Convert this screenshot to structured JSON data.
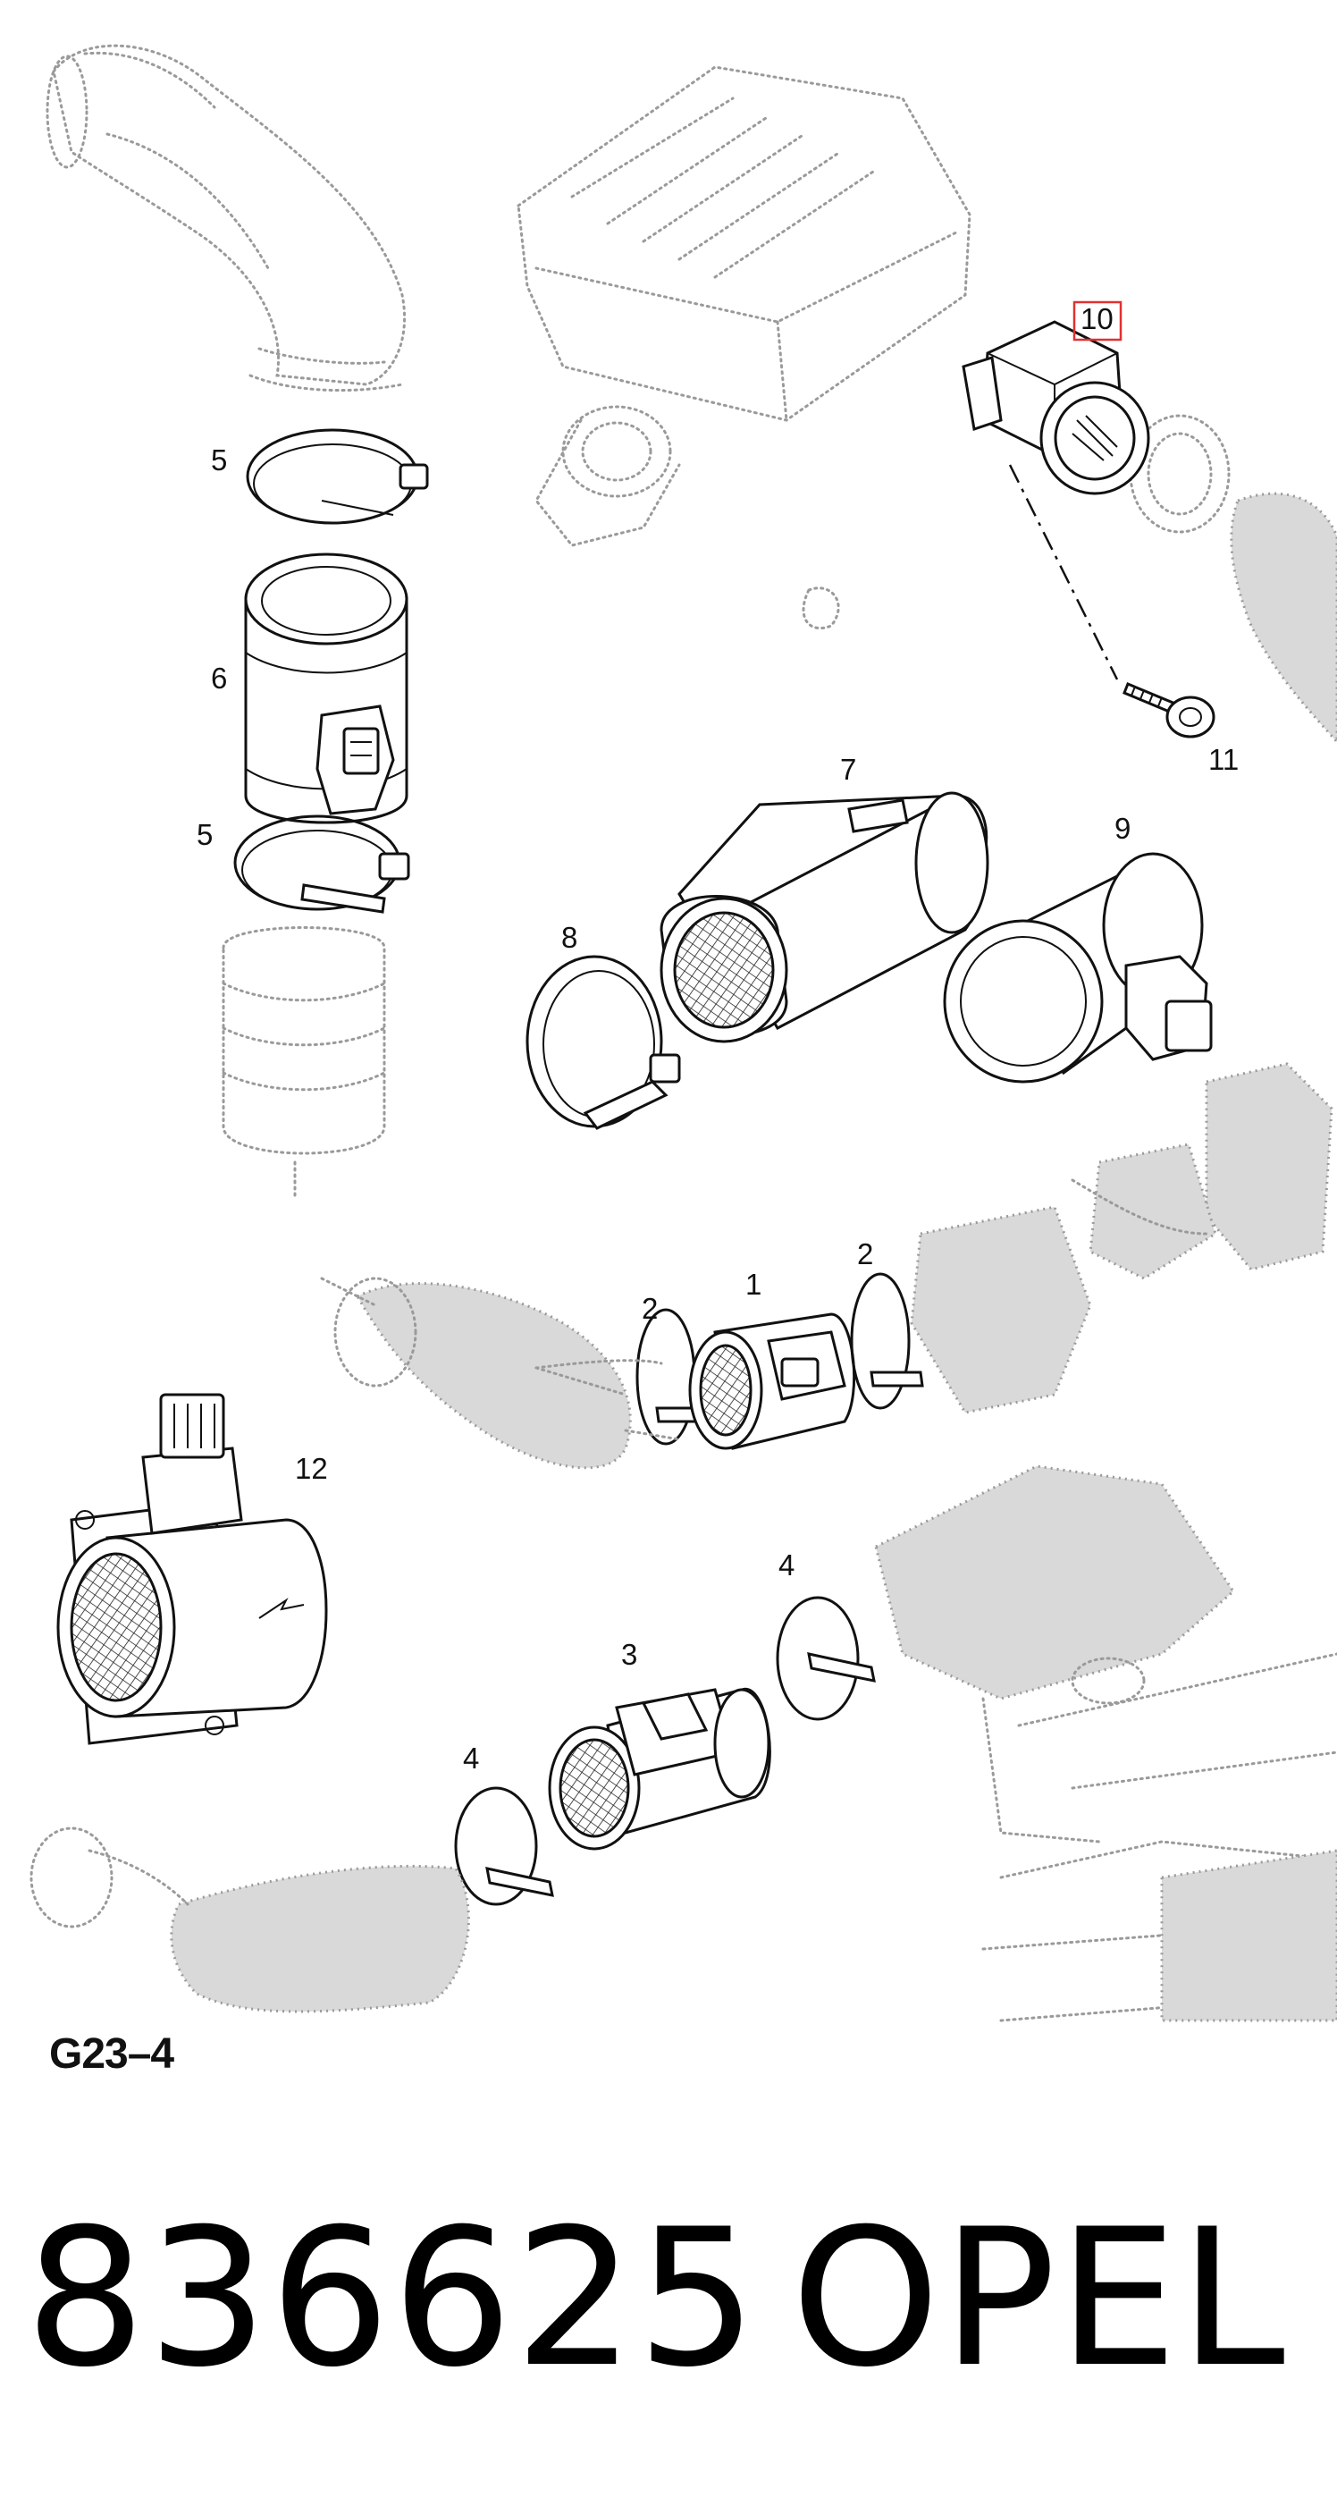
{
  "diagram": {
    "code": "G23–4",
    "callouts": {
      "c1": "1",
      "c2a": "2",
      "c2b": "2",
      "c3": "3",
      "c4a": "4",
      "c4b": "4",
      "c5a": "5",
      "c5b": "5",
      "c6": "6",
      "c7": "7",
      "c8": "8",
      "c9": "9",
      "c10": "10",
      "c11": "11",
      "c12": "12"
    },
    "highlight_color": "#e03030"
  },
  "footer": {
    "part_number": "836625",
    "brand": "OPEL"
  }
}
